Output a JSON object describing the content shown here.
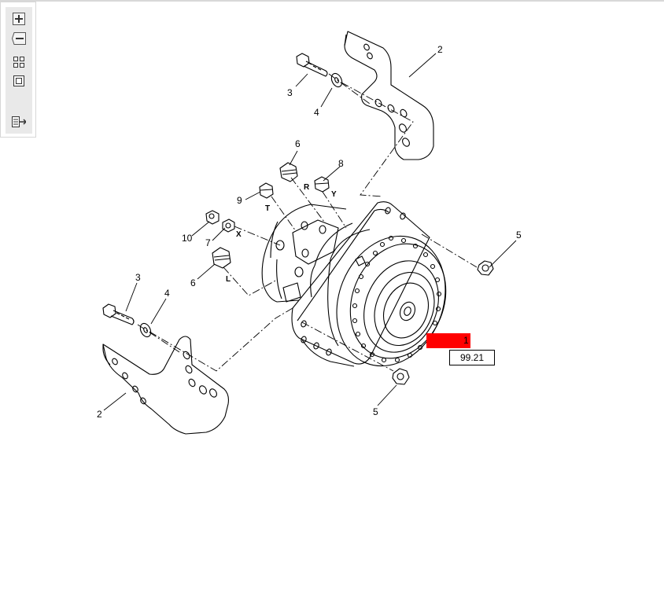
{
  "toolbar": {
    "zoom_in": "zoom-in",
    "zoom_out": "zoom-out",
    "fit_page": "fit-page",
    "actual_size": "actual-size",
    "export": "export"
  },
  "callouts": {
    "c1": "1",
    "c2_top": "2",
    "c2_bottom": "2",
    "c3_top": "3",
    "c3_bottom": "3",
    "c4_top": "4",
    "c4_bottom": "4",
    "c5_right": "5",
    "c5_bottom": "5",
    "c6_top": "6",
    "c6_left": "6",
    "c7": "7",
    "c8": "8",
    "c9": "9",
    "c10": "10"
  },
  "ports": {
    "r": "R",
    "y": "Y",
    "t": "T",
    "x": "X",
    "l": "L"
  },
  "selected_part": {
    "number": "1",
    "box_value": "99.21",
    "highlight_color": "#ff0000"
  }
}
